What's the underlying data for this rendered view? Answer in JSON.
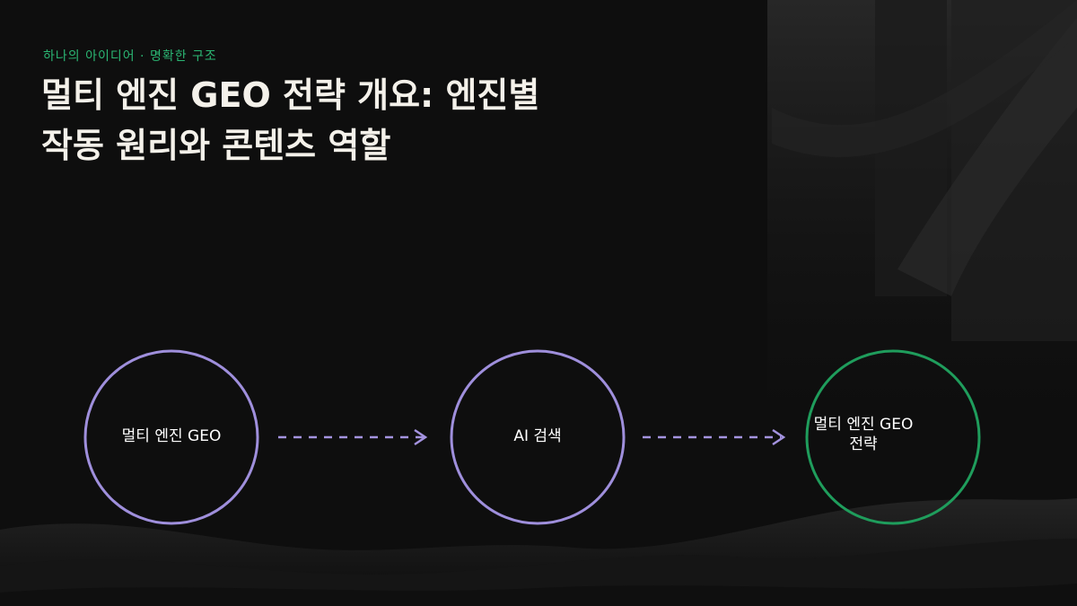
{
  "slide": {
    "kicker": "하나의 아이디어 · 명확한 구조",
    "title_line1": "멀티 엔진 GEO 전략 개요: 엔진별",
    "title_line2": "작동 원리와 콘텐츠 역할"
  },
  "flow": {
    "nodes": [
      {
        "label": "멀티 엔진 GEO",
        "color": "#9f8fdc"
      },
      {
        "label": "AI 검색",
        "color": "#9f8fdc"
      },
      {
        "label_line1": "멀티 엔진 GEO",
        "label_line2": "전략",
        "color": "#1f9d5c"
      }
    ],
    "arrow_color": "#a493e0"
  },
  "colors": {
    "background": "#0e0e0e",
    "accent_green": "#2bb673",
    "title": "#f4f1ea"
  }
}
